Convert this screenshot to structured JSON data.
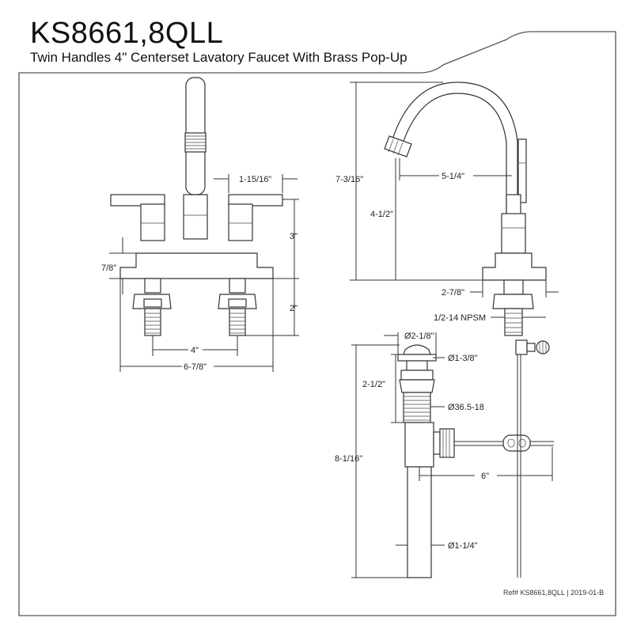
{
  "header": {
    "model": "KS8661,8QLL",
    "description": "Twin Handles 4\" Centerset Lavatory Faucet With Brass Pop-Up"
  },
  "front_view": {
    "dims": {
      "handle_width": "1-15/16\"",
      "deck_height": "3\"",
      "deck_thickness": "7/8\"",
      "shank_length": "2\"",
      "center_spacing": "4\"",
      "overall_width": "6-7/8\""
    }
  },
  "side_view": {
    "dims": {
      "spout_height": "7-3/16\"",
      "spout_reach": "5-1/4\"",
      "spout_clearance": "4-1/2\"",
      "base_depth": "2-7/8\"",
      "thread": "1/2-14 NPSM"
    }
  },
  "drain": {
    "dims": {
      "flange_dia": "Ø2-1/8\"",
      "stopper_dia": "Ø1-3/8\"",
      "body_height": "2-1/2\"",
      "thread_dia": "Ø36.5-18",
      "overall_height": "8-1/16\"",
      "rod_length": "6\"",
      "tail_dia": "Ø1-1/4\""
    }
  },
  "footer": {
    "reference": "Ref# KS8661,8QLL | 2019-01-B"
  }
}
